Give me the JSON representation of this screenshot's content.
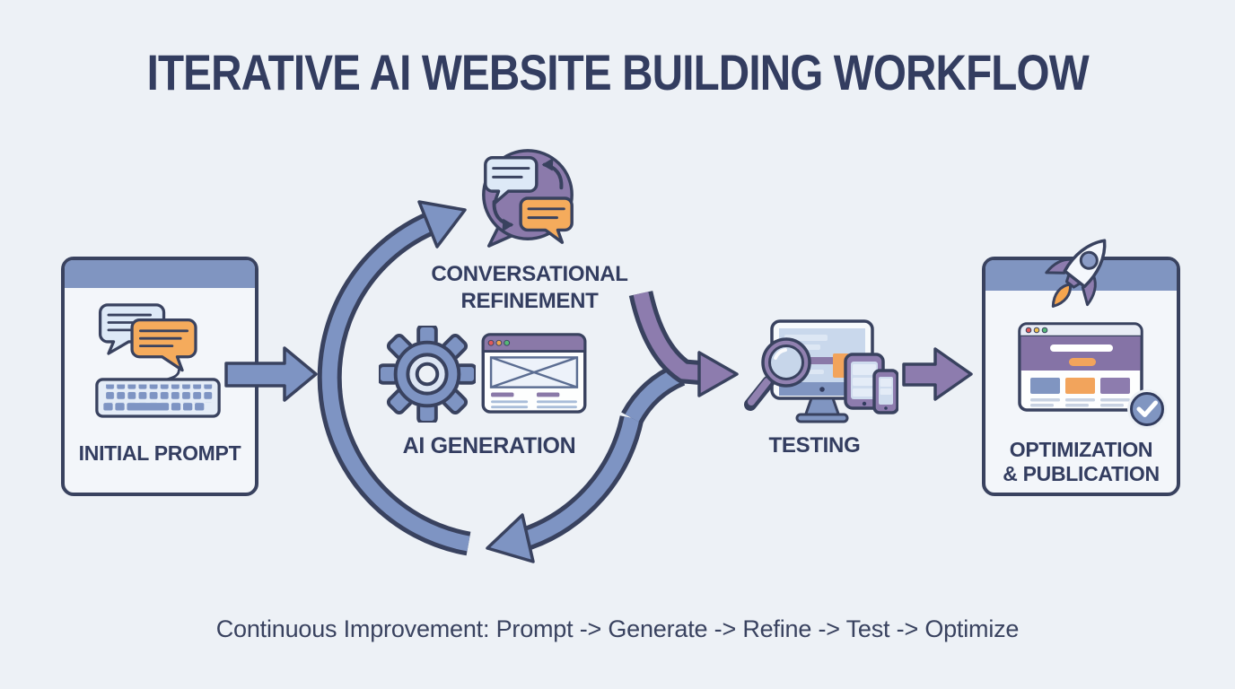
{
  "title": "ITERATIVE AI WEBSITE BUILDING WORKFLOW",
  "caption": "Continuous Improvement: Prompt -> Generate -> Refine -> Test -> Optimize",
  "steps": {
    "initial_prompt": {
      "label": "INITIAL PROMPT",
      "icon": "chat-bubbles-keyboard-icon"
    },
    "conversational_refinement": {
      "label_line1": "CONVERSATIONAL",
      "label_line2": "REFINEMENT",
      "icon": "chat-exchange-bubble-icon"
    },
    "ai_generation": {
      "label": "AI GENERATION",
      "icons": [
        "gear-icon",
        "browser-wireframe-icon"
      ]
    },
    "testing": {
      "label": "TESTING",
      "icon": "magnifier-devices-icon"
    },
    "optimization_publication": {
      "label_line1": "OPTIMIZATION",
      "label_line2": "& PUBLICATION",
      "icons": [
        "rocket-icon",
        "browser-page-icon",
        "check-badge-icon"
      ]
    }
  },
  "flow": {
    "loop_between": [
      "AI GENERATION",
      "CONVERSATIONAL REFINEMENT"
    ],
    "loop_direction": "clockwise",
    "sequence": [
      "INITIAL PROMPT",
      "AI GENERATION + CONVERSATIONAL REFINEMENT (loop)",
      "TESTING",
      "OPTIMIZATION & PUBLICATION"
    ]
  },
  "colors": {
    "background": "#edf1f6",
    "outline_navy": "#39425f",
    "text_navy": "#333d60",
    "arrow_slate_blue": "#7e94c3",
    "card_header_blue": "#8095c1",
    "light_blue": "#dde9f7",
    "screen_blue": "#c9d8ec",
    "arrow_purple": "#8d7cae",
    "banner_purple": "#8573a6",
    "bubble_purple": "#8b7aab",
    "orange": "#f2a45c",
    "card_bg": "#f3f6fa",
    "window_white": "#fdfefe"
  }
}
